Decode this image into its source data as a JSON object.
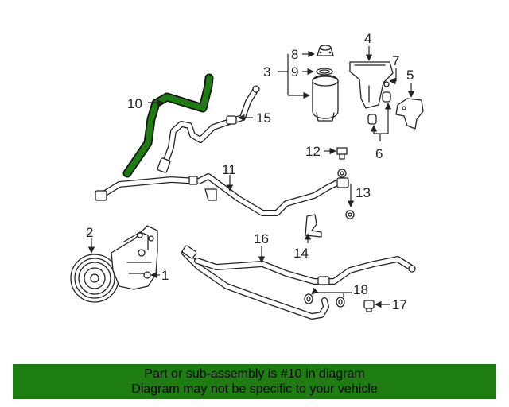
{
  "diagram": {
    "highlight_color": "#1e7d10",
    "callouts": {
      "c1": "1",
      "c2": "2",
      "c3": "3",
      "c4": "4",
      "c5": "5",
      "c6": "6",
      "c7": "7",
      "c8": "8",
      "c9": "9",
      "c10": "10",
      "c11": "11",
      "c12": "12",
      "c13": "13",
      "c14": "14",
      "c15": "15",
      "c16": "16",
      "c17": "17",
      "c18": "18"
    }
  },
  "banner": {
    "line1": "Part or sub-assembly is #10 in diagram",
    "line2": "Diagram may not be specific to your vehicle",
    "background": "#1e7d10"
  }
}
